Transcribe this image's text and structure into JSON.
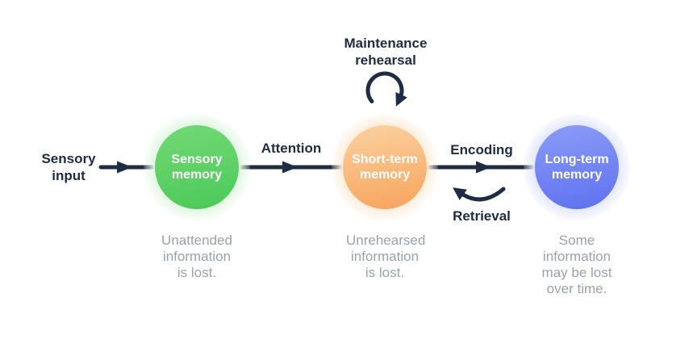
{
  "colors": {
    "ink": "#1e2c44",
    "caption_gray": "#99a2af",
    "green_light": "#72d976",
    "green_main": "#4cc958",
    "green_halo": "#e3f6e4",
    "orange_light": "#fbd2a0",
    "orange_main": "#f7a35c",
    "orange_halo": "#fdeedd",
    "blue_light": "#8b9cf8",
    "blue_main": "#5e71ef",
    "blue_halo": "#e4e8fc"
  },
  "diagram": {
    "input_label": "Sensory input",
    "rehearsal_label": "Maintenance rehearsal",
    "attention_label": "Attention",
    "encoding_label": "Encoding",
    "retrieval_label": "Retrieval",
    "nodes": [
      {
        "label": "Sensory memory",
        "caption": "Unattended information is lost."
      },
      {
        "label": "Short-term memory",
        "caption": "Unrehearsed information is lost."
      },
      {
        "label": "Long-term memory",
        "caption": "Some information may be lost over time."
      }
    ]
  }
}
